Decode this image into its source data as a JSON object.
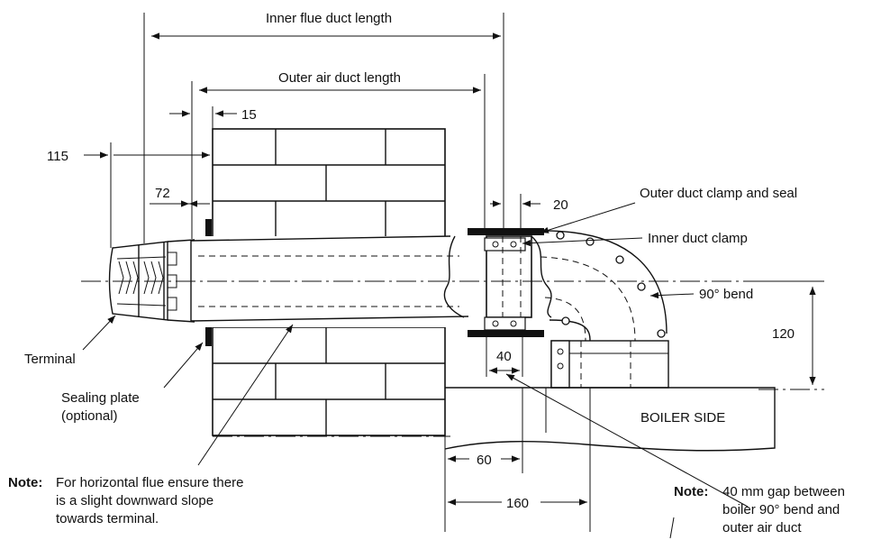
{
  "labels": {
    "inner_flue": "Inner flue duct length",
    "outer_air": "Outer air duct length",
    "dim_15": "15",
    "dim_115": "115",
    "dim_72": "72",
    "dim_20": "20",
    "dim_120": "120",
    "dim_40": "40",
    "dim_60": "60",
    "dim_160": "160",
    "outer_clamp": "Outer duct clamp and seal",
    "inner_clamp": "Inner duct clamp",
    "bend": "90° bend",
    "terminal": "Terminal",
    "sealing_1": "Sealing plate",
    "sealing_2": "(optional)",
    "boiler_side": "BOILER SIDE"
  },
  "notes": {
    "left": {
      "label": "Note:",
      "lines": [
        "For horizontal flue ensure there",
        "is a slight downward slope",
        "towards terminal."
      ]
    },
    "right": {
      "label": "Note:",
      "lines": [
        "40 mm gap between",
        "boiler 90° bend and",
        "outer air duct"
      ]
    }
  }
}
